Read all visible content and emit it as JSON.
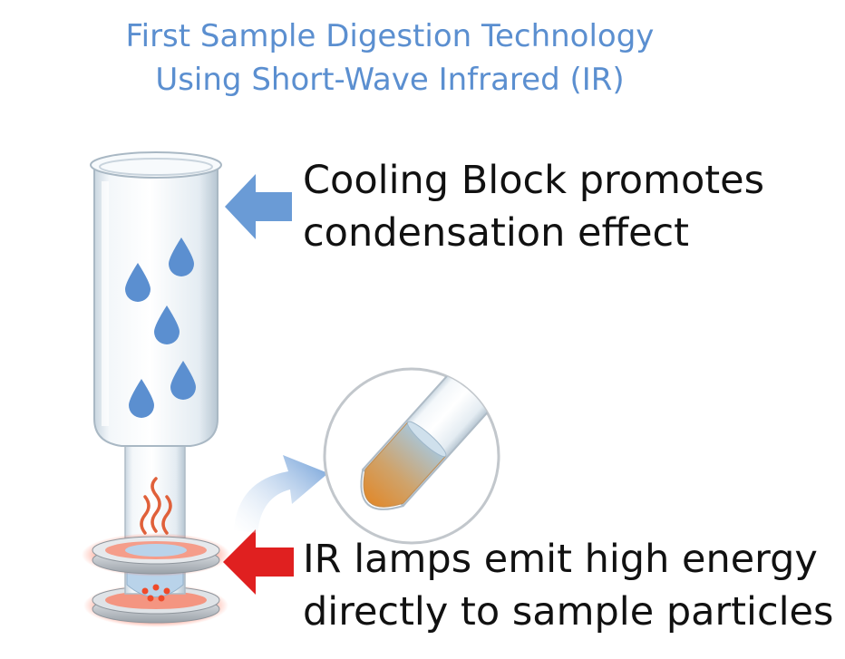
{
  "title": {
    "line1": "First Sample Digestion Technology",
    "line2": "Using Short-Wave Infrared (IR)"
  },
  "callouts": {
    "cooling": {
      "line1": "Cooling Block  promotes",
      "line2": "condensation effect"
    },
    "ir": {
      "line1": "IR lamps emit high energy",
      "line2": "directly to sample particles"
    }
  },
  "colors": {
    "title": "#5b8fd0",
    "droplet": "#5b8fd0",
    "cooling_arrow": "#6a9bd6",
    "ir_arrow": "#e02020",
    "heat_waves": "#e0603a",
    "sample": "#d4a35a"
  }
}
